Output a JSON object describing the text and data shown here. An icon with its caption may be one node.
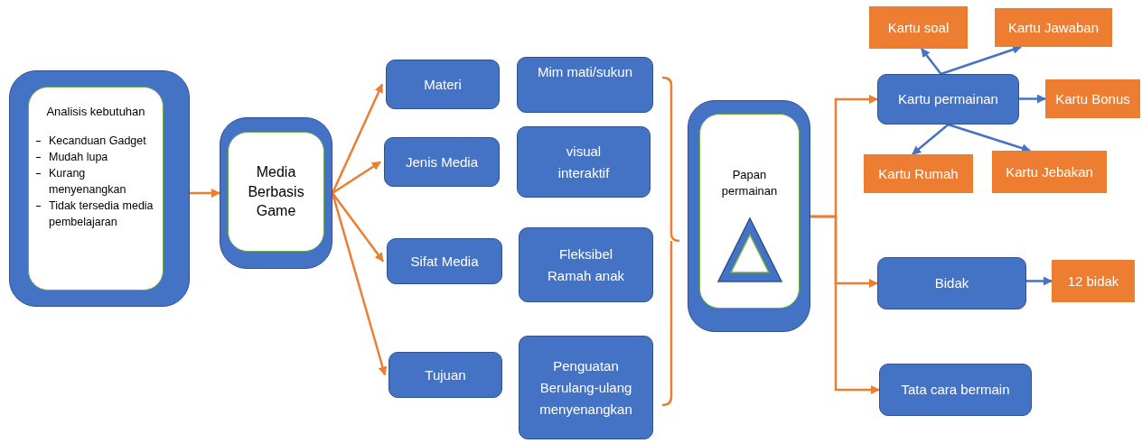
{
  "diagram": {
    "nodes": [
      {
        "text": [
          "Analisis kebutuhan",
          "Kecanduan Gadget",
          "Mudah lupa",
          "Kurang menyenangkan",
          "Tidak tersedia media pembelajaran"
        ]
      },
      {
        "text": [
          "Media Berbasis Game"
        ]
      },
      {
        "text": [
          "Materi"
        ]
      },
      {
        "text": [
          "Jenis Media"
        ]
      },
      {
        "text": [
          "Sifat Media"
        ]
      },
      {
        "text": [
          "Tujuan"
        ]
      },
      {
        "text": [
          "Mim mati/sukun"
        ]
      },
      {
        "text": [
          "visual",
          "interaktif"
        ]
      },
      {
        "text": [
          "Fleksibel",
          "Ramah anak"
        ]
      },
      {
        "text": [
          "Penguatan",
          "Berulang-ulang",
          "menyenangkan"
        ]
      },
      {
        "text": [
          "Papan permainan"
        ]
      },
      {
        "text": [
          "Kartu permainan"
        ]
      },
      {
        "text": [
          "Kartu soal"
        ]
      },
      {
        "text": [
          "Kartu Jawaban"
        ]
      },
      {
        "text": [
          "Kartu Bonus"
        ]
      },
      {
        "text": [
          "Kartu Rumah"
        ]
      },
      {
        "text": [
          "Kartu Jebakan"
        ]
      },
      {
        "text": [
          "Bidak"
        ]
      },
      {
        "text": [
          "12 bidak"
        ]
      },
      {
        "text": [
          "Tata cara bermain"
        ]
      }
    ],
    "edges": [
      {
        "from": 0,
        "to": 1,
        "arrow": "to"
      },
      {
        "from": 1,
        "to": 2,
        "arrow": "to"
      },
      {
        "from": 1,
        "to": 3,
        "arrow": "to"
      },
      {
        "from": 1,
        "to": 4,
        "arrow": "to"
      },
      {
        "from": 1,
        "to": 5,
        "arrow": "to"
      },
      {
        "from": 10,
        "to": 11,
        "arrow": "to"
      },
      {
        "from": 10,
        "to": 17,
        "arrow": "to"
      },
      {
        "from": 10,
        "to": 19,
        "arrow": "to"
      },
      {
        "from": 11,
        "to": 12,
        "arrow": "to",
        "color": "#4472c4"
      },
      {
        "from": 11,
        "to": 13,
        "arrow": "to",
        "color": "#4472c4"
      },
      {
        "from": 11,
        "to": 14,
        "arrow": "to",
        "color": "#4472c4"
      },
      {
        "from": 11,
        "to": 15,
        "arrow": "to",
        "color": "#4472c4"
      },
      {
        "from": 11,
        "to": 16,
        "arrow": "to",
        "color": "#4472c4"
      },
      {
        "from": 17,
        "to": 18,
        "arrow": "to",
        "color": "#4472c4"
      }
    ]
  }
}
